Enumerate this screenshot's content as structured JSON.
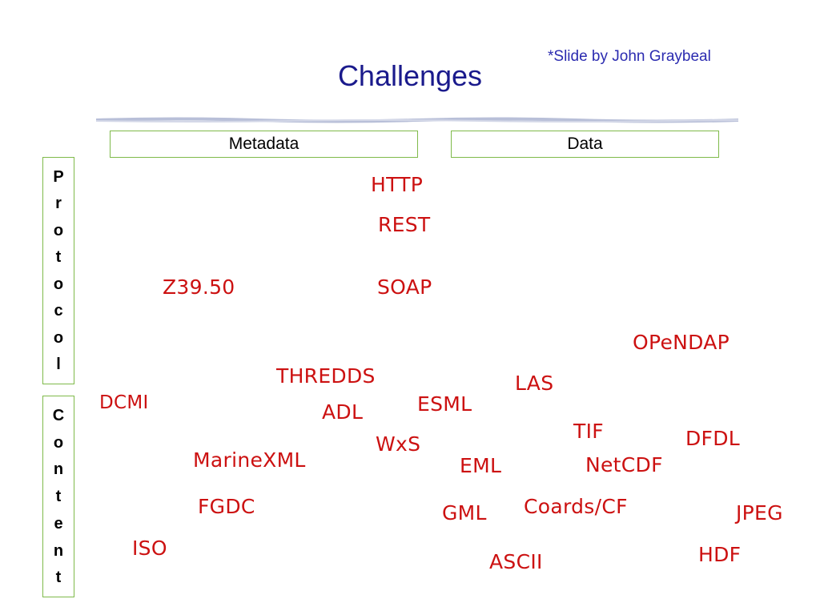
{
  "slide": {
    "credit": "*Slide by John Graybeal",
    "title": "Challenges"
  },
  "columns": {
    "metadata": "Metadata",
    "data": "Data"
  },
  "rows": {
    "protocol": [
      "P",
      "r",
      "o",
      "t",
      "o",
      "c",
      "o",
      "l"
    ],
    "content": [
      "C",
      "o",
      "n",
      "t",
      "e",
      "n",
      "t"
    ]
  },
  "terms": {
    "http": "HTTP",
    "rest": "REST",
    "z3950": "Z39.50",
    "soap": "SOAP",
    "opendap": "OPeNDAP",
    "thredds": "THREDDS",
    "las": "LAS",
    "dcmi": "DCMI",
    "adl": "ADL",
    "esml": "ESML",
    "tif": "TIF",
    "dfdl": "DFDL",
    "wxs": "WxS",
    "marinexml": "MarineXML",
    "eml": "EML",
    "netcdf": "NetCDF",
    "fgdc": "FGDC",
    "gml": "GML",
    "coards": "Coards/CF",
    "jpeg": "JPEG",
    "iso": "ISO",
    "hdf": "HDF",
    "ascii": "ASCII"
  },
  "colors": {
    "title": "#1a1a8c",
    "credit": "#2b2bb0",
    "term": "#cc1111",
    "box_border": "#7fba4a",
    "rule": "#b8bfd8"
  }
}
